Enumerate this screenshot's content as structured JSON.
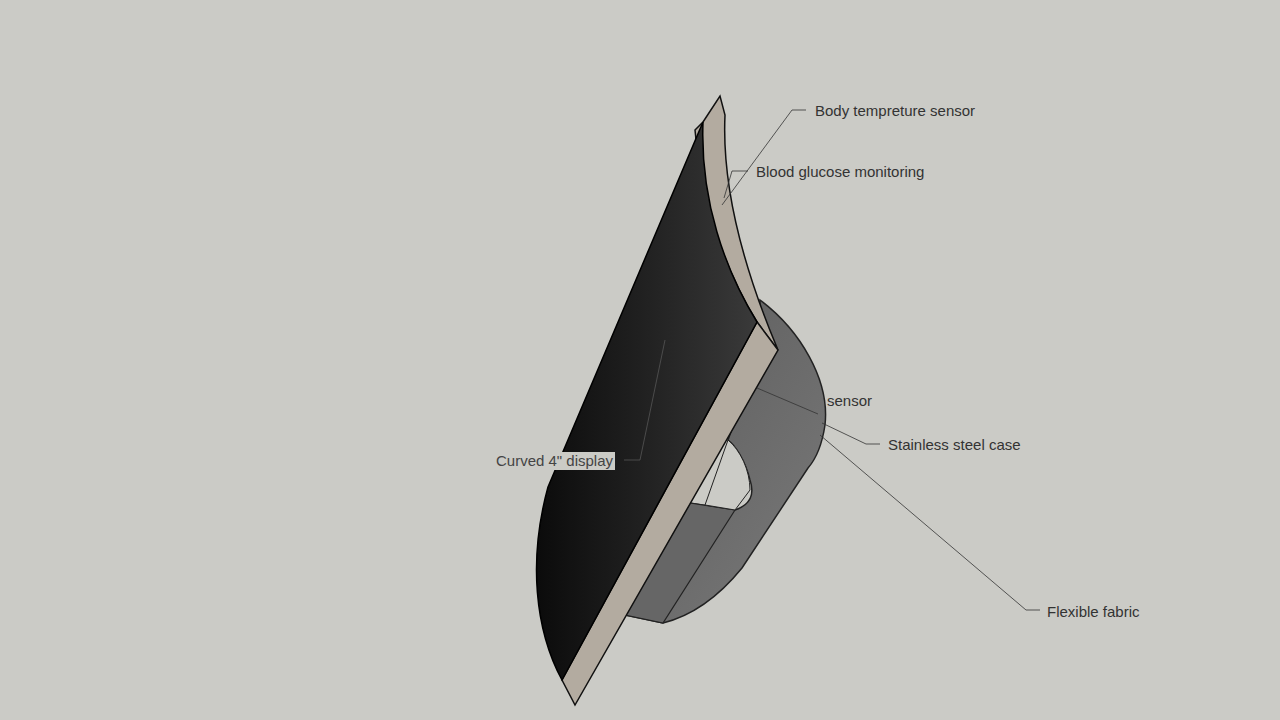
{
  "diagram": {
    "labels": [
      "Body tempreture sensor",
      "Blood glucose monitoring",
      "sensor",
      "Stainless steel case",
      "Flexible fabric",
      "Curved 4\" display"
    ]
  }
}
